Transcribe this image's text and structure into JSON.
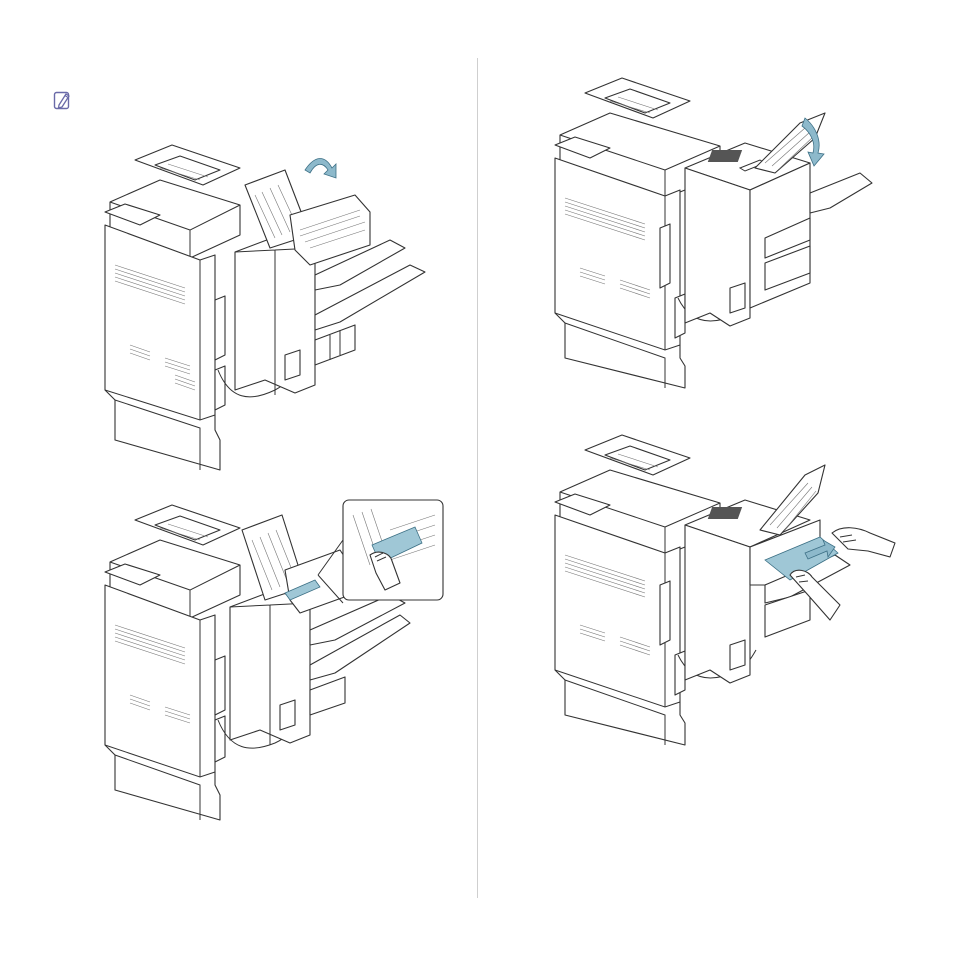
{
  "page": {
    "background": "#ffffff",
    "divider_color": "#cfcfcf",
    "accent_blue": "#9fc7d6"
  },
  "icons": {
    "note": "note-pencil-icon"
  },
  "figures": [
    {
      "id": "open-finisher-cover",
      "depicts": "printer-with-finisher-cover-opening"
    },
    {
      "id": "remove-paper-inside",
      "depicts": "printer-with-zoom-callout-hand-removing-paper"
    },
    {
      "id": "lift-top-cover",
      "depicts": "printer-with-finisher-top-cover-lifting"
    },
    {
      "id": "pull-out-paper",
      "depicts": "printer-with-hands-pulling-jammed-paper"
    }
  ]
}
